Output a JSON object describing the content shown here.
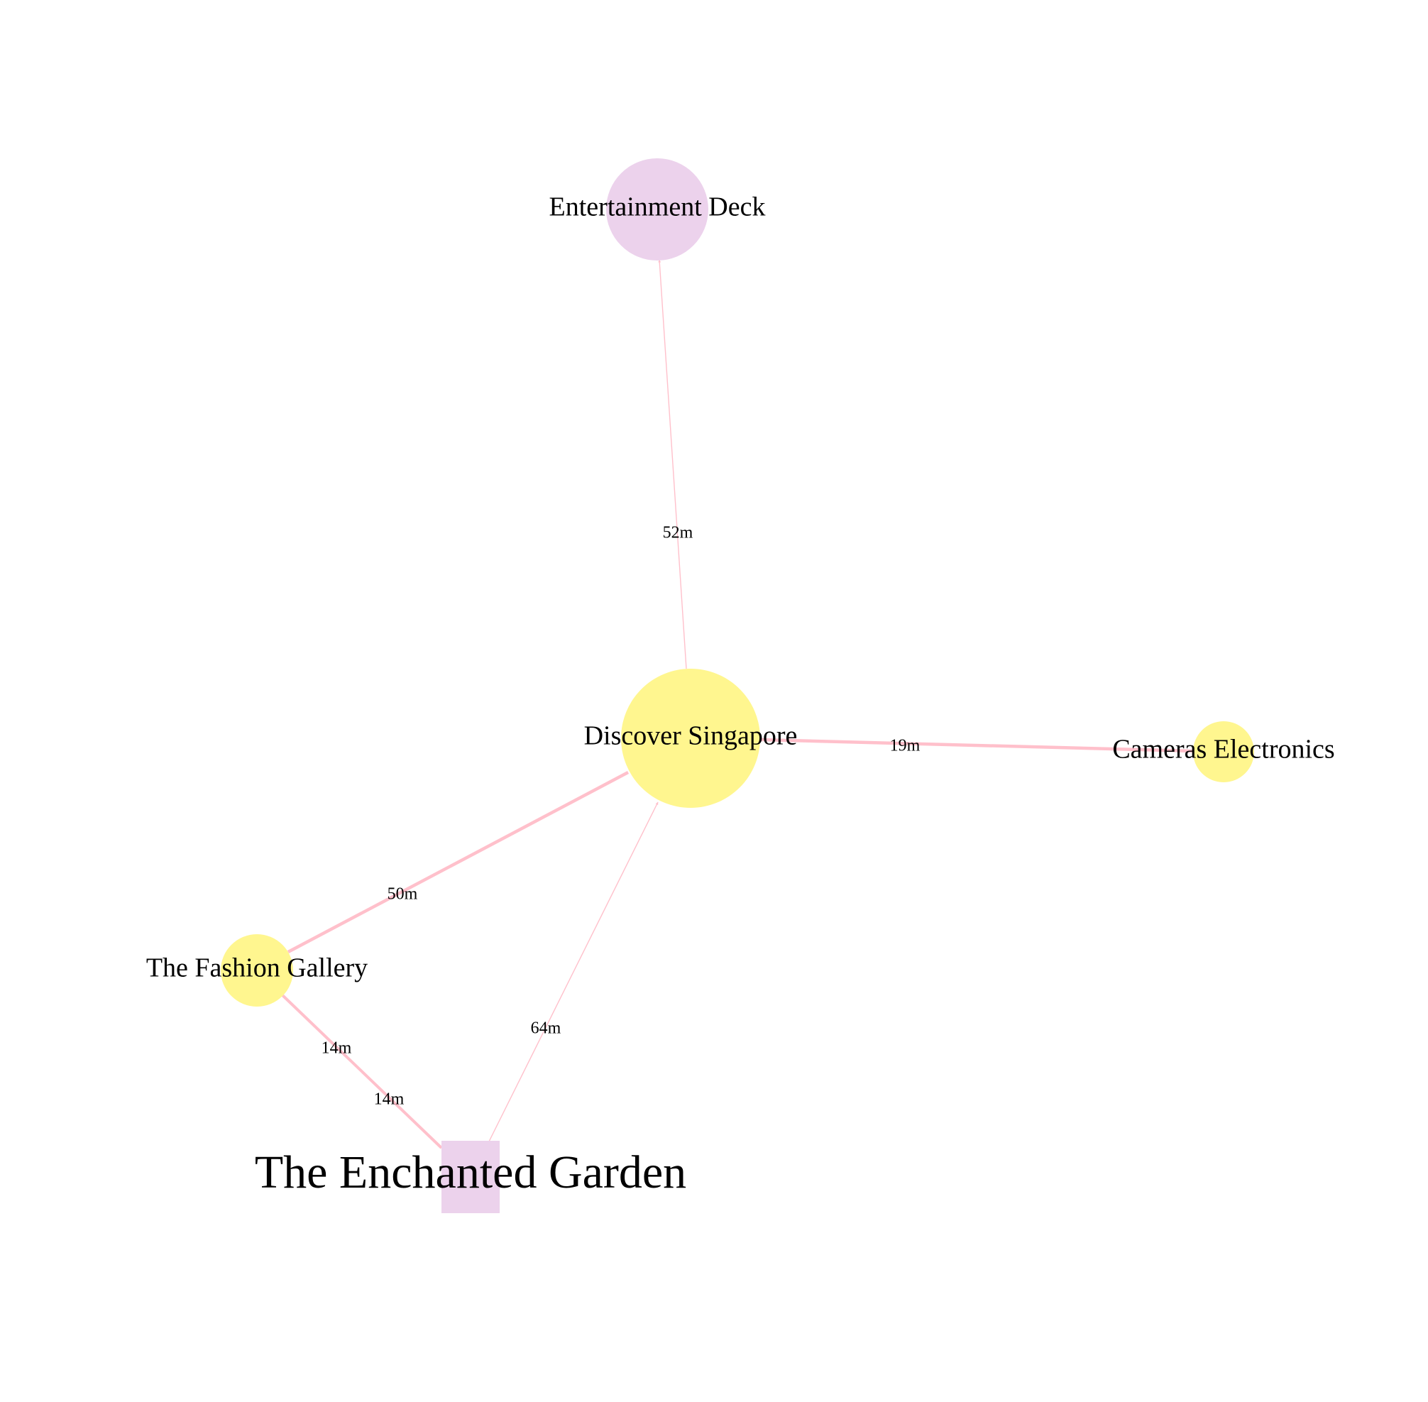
{
  "colors": {
    "background": "#ffffff",
    "edge": "#ffc0cb",
    "node_yellow": "#fff68f",
    "node_pink": "#ecd2ec",
    "label": "#000000"
  },
  "graph": {
    "nodes": [
      {
        "id": "entertainment-deck",
        "label": "Entertainment Deck",
        "shape": "circle",
        "color": "node_pink"
      },
      {
        "id": "discover-singapore",
        "label": "Discover Singapore",
        "shape": "circle",
        "color": "node_yellow"
      },
      {
        "id": "cameras-electronics",
        "label": "Cameras Electronics",
        "shape": "circle",
        "color": "node_yellow"
      },
      {
        "id": "fashion-gallery",
        "label": "The Fashion Gallery",
        "shape": "circle",
        "color": "node_yellow"
      },
      {
        "id": "enchanted-garden",
        "label": "The Enchanted Garden",
        "shape": "square",
        "color": "node_pink"
      }
    ],
    "edges": [
      {
        "id": "ds-ed",
        "from": "discover-singapore",
        "to": "entertainment-deck",
        "label": "52m",
        "directed": true
      },
      {
        "id": "ds-ce",
        "from": "discover-singapore",
        "to": "cameras-electronics",
        "label": "19m",
        "directed": false
      },
      {
        "id": "fg-ds",
        "from": "fashion-gallery",
        "to": "discover-singapore",
        "label": "50m",
        "directed": true
      },
      {
        "id": "eg-ds",
        "from": "enchanted-garden",
        "to": "discover-singapore",
        "label": "64m",
        "directed": true
      },
      {
        "id": "eg-fg",
        "from": "enchanted-garden",
        "to": "fashion-gallery",
        "label": "14m",
        "directed": true
      },
      {
        "id": "fg-eg",
        "from": "fashion-gallery",
        "to": "enchanted-garden",
        "label": "14m",
        "directed": true
      }
    ]
  }
}
